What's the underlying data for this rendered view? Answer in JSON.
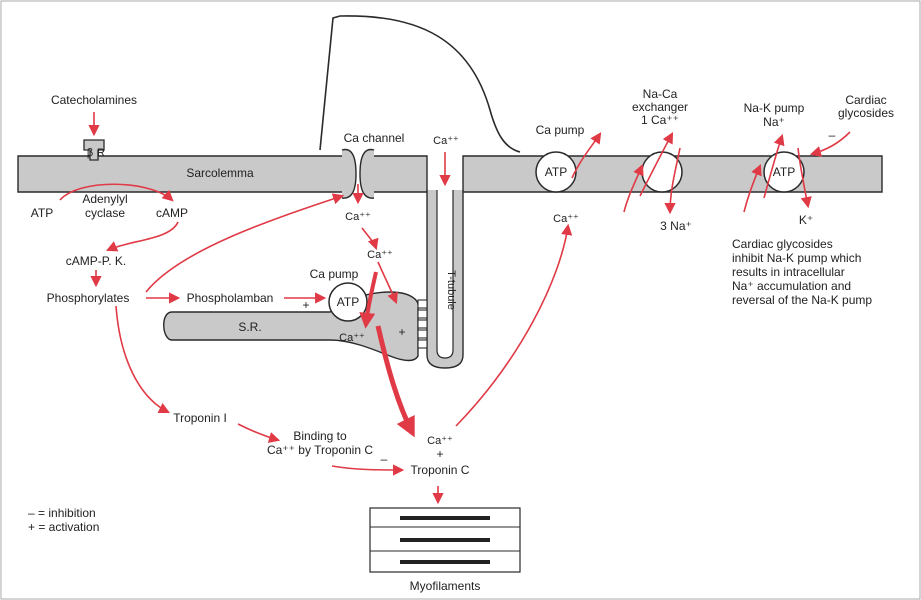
{
  "colors": {
    "arrow": "#e03a46",
    "membrane_fill": "#c9c9c9",
    "outline": "#2a2a2a",
    "background": "#ffffff"
  },
  "labels": {
    "catecholamines": "Catecholamines",
    "beta": "β",
    "receptor": "R",
    "sarcolemma": "Sarcolemma",
    "adenylyl": "Adenylyl",
    "cyclase": "cyclase",
    "atp_left": "ATP",
    "camp": "cAMP",
    "camp_pk": "cAMP-P. K.",
    "phosphorylates": "Phosphorylates",
    "phospholamban": "Phospholamban",
    "plus_phospholamban": "+",
    "ca_pump_sr": "Ca pump",
    "atp_sr": "ATP",
    "sr": "S.R.",
    "ca_sr": "Ca⁺⁺",
    "plus_sr": "+",
    "ca_channel": "Ca channel",
    "ca_channel_in": "Ca⁺⁺",
    "ca_channel_in2": "Ca⁺⁺",
    "ca_ttubule": "Ca⁺⁺",
    "t_tubule": "T-tubule",
    "troponin_i": "Troponin I",
    "binding_line1": "Binding to",
    "binding_line2": "Ca⁺⁺ by Troponin C",
    "minus_binding": "–",
    "ca_troponin": "Ca⁺⁺",
    "plus_troponin": "+",
    "troponin_c": "Troponin C",
    "myofilaments": "Myofilaments",
    "ca_pump_sarc": "Ca pump",
    "atp_sarc": "ATP",
    "ca_pump_out": "Ca⁺⁺",
    "naca_line1": "Na-Ca",
    "naca_line2": "exchanger",
    "naca_line3": "1 Ca⁺⁺",
    "three_na": "3 Na⁺",
    "nak_line1": "Na-K pump",
    "nak_line2": "Na⁺",
    "atp_nak": "ATP",
    "k_plus": "K⁺",
    "cardiac_line1": "Cardiac",
    "cardiac_line2": "glycosides",
    "minus_glycosides": "–",
    "glyc_note1": "Cardiac glycosides",
    "glyc_note2": "inhibit Na-K pump which",
    "glyc_note3": "results in intracellular",
    "glyc_note4": "Na⁺ accumulation and",
    "glyc_note5": "reversal of the Na-K pump",
    "legend_inhibition": "– = inhibition",
    "legend_activation": "+ = activation"
  }
}
